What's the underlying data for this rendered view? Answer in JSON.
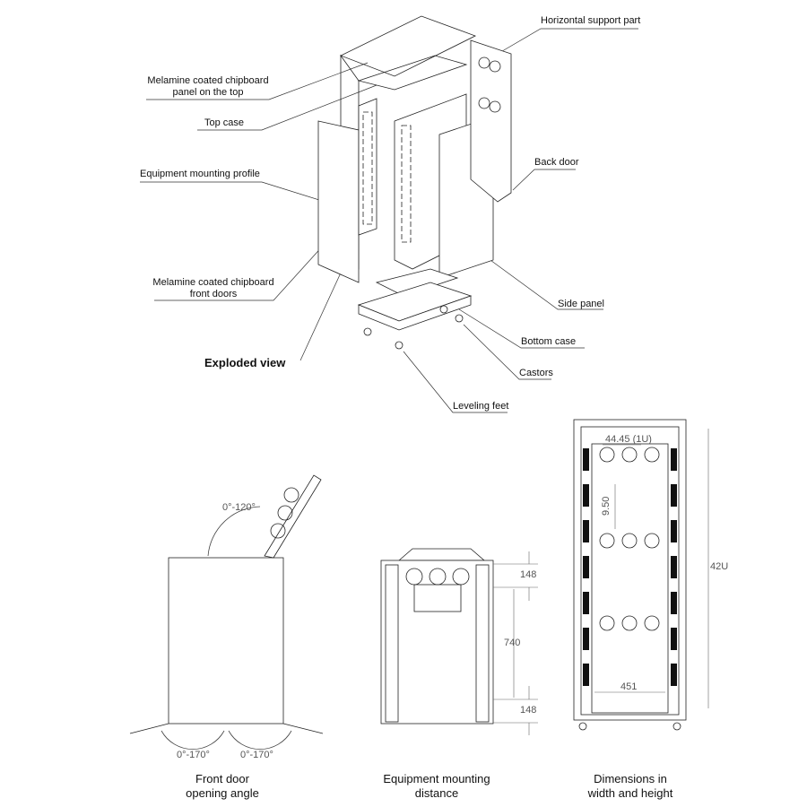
{
  "exploded": {
    "title": "Exploded view",
    "labels": {
      "horizontal_support": "Horizontal support part",
      "top_panel_1": "Melamine coated chipboard",
      "top_panel_2": "panel on the top",
      "top_case": "Top case",
      "mounting_profile": "Equipment mounting profile",
      "back_door": "Back door",
      "front_doors_1": "Melamine coated chipboard",
      "front_doors_2": "front doors",
      "side_panel": "Side panel",
      "bottom_case": "Bottom case",
      "castors": "Castors",
      "leveling_feet": "Leveling feet"
    }
  },
  "front_door": {
    "caption_1": "Front door",
    "caption_2": "opening angle",
    "angle_top": "0°-120°",
    "angle_left": "0°-170°",
    "angle_right": "0°-170°"
  },
  "mounting": {
    "caption_1": "Equipment mounting",
    "caption_2": "distance",
    "dim_top": "148",
    "dim_mid": "740",
    "dim_bottom": "148"
  },
  "dimensions": {
    "caption_1": "Dimensions in",
    "caption_2": "width and height",
    "unit_height": "44.45 (1U)",
    "hole": "9.50",
    "width": "451",
    "height": "42U"
  }
}
